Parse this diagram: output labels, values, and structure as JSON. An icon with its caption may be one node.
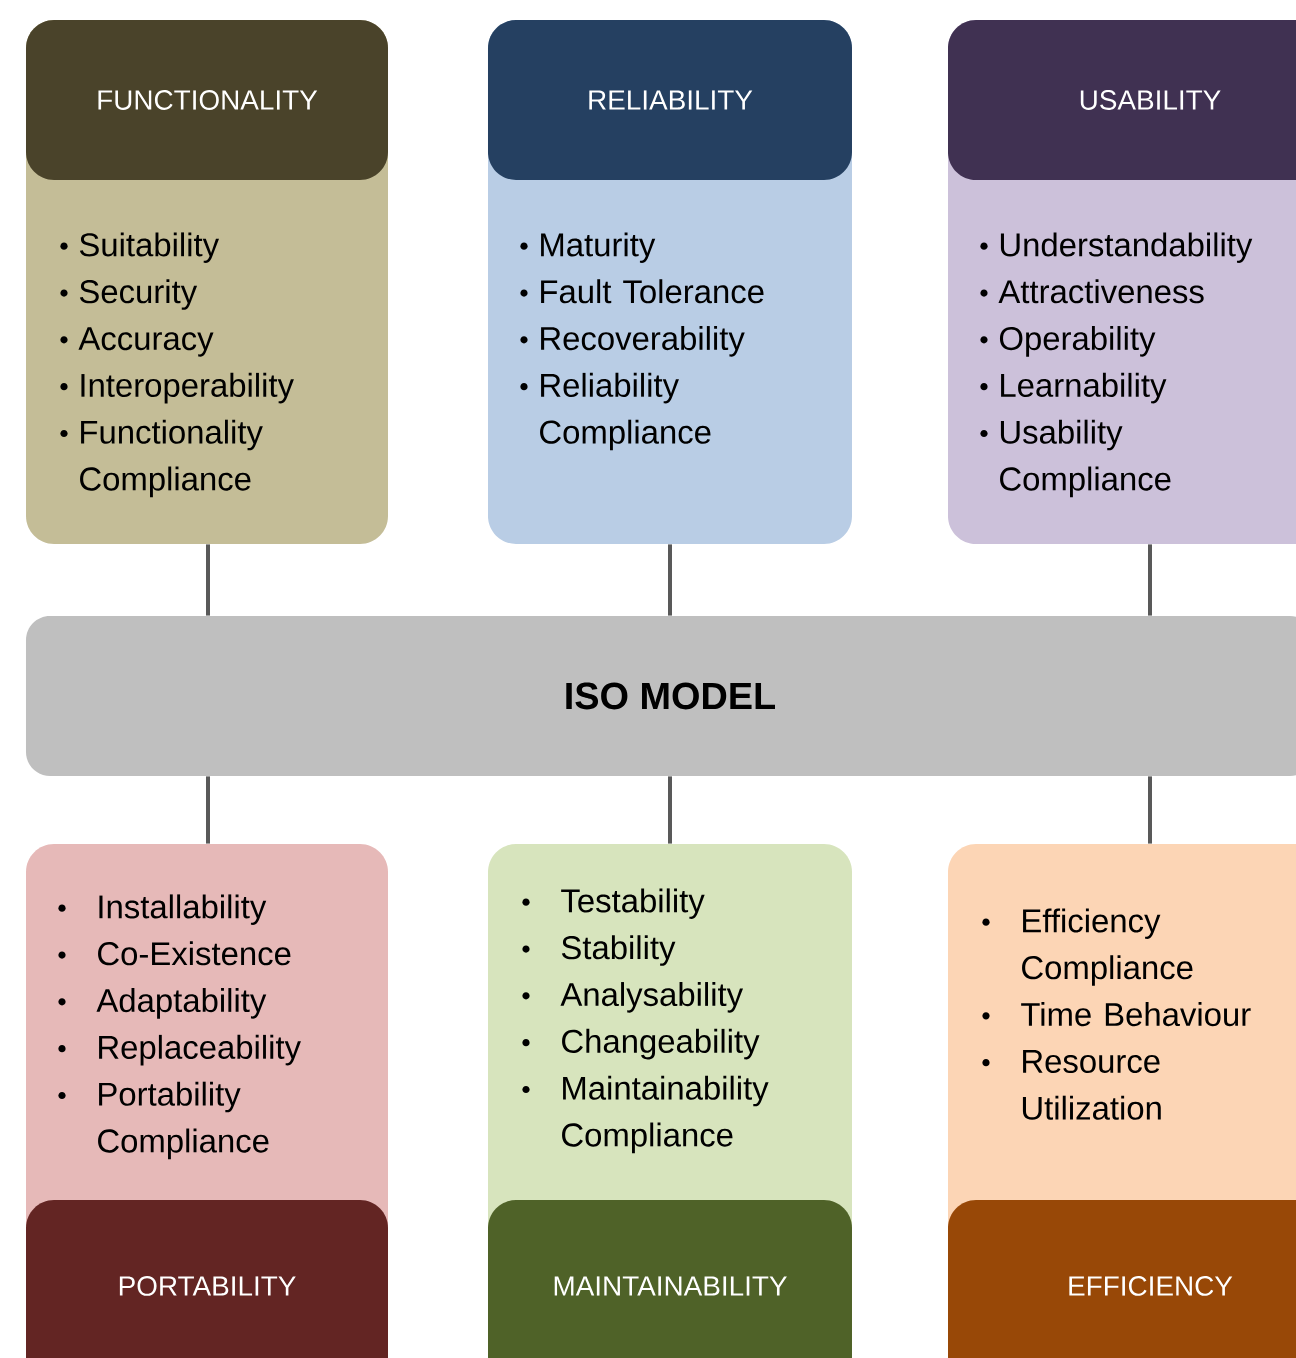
{
  "diagram": {
    "nodes": [
      {
        "text": [
          "FUNCTIONALITY",
          "Suitability",
          "Security",
          "Accuracy",
          "Interoperability",
          "Functionality Compliance"
        ]
      },
      {
        "text": [
          "RELIABILITY",
          "Maturity",
          "Fault Tolerance",
          "Recoverability",
          "Reliability Compliance"
        ]
      },
      {
        "text": [
          "USABILITY",
          "Understandability",
          "Attractiveness",
          "Operability",
          "Learnability",
          "Usability Compliance"
        ]
      },
      {
        "text": [
          "ISO MODEL"
        ]
      },
      {
        "text": [
          "Installability",
          "Co-Existence",
          "Adaptability",
          "Replaceability",
          "Portability Compliance",
          "PORTABILITY"
        ]
      },
      {
        "text": [
          "Testability",
          "Stability",
          "Analysability",
          "Changeability",
          "Maintainability Compliance",
          "MAINTAINABILITY"
        ]
      },
      {
        "text": [
          "Efficiency Compliance",
          "Time Behaviour",
          "Resource Utilization",
          "EFFICIENCY"
        ]
      }
    ],
    "edges": [
      {
        "from": 0,
        "to": 3,
        "arrow": "none"
      },
      {
        "from": 1,
        "to": 3,
        "arrow": "none"
      },
      {
        "from": 2,
        "to": 3,
        "arrow": "none"
      },
      {
        "from": 3,
        "to": 4,
        "arrow": "none"
      },
      {
        "from": 3,
        "to": 5,
        "arrow": "none"
      },
      {
        "from": 3,
        "to": 6,
        "arrow": "none"
      }
    ]
  }
}
